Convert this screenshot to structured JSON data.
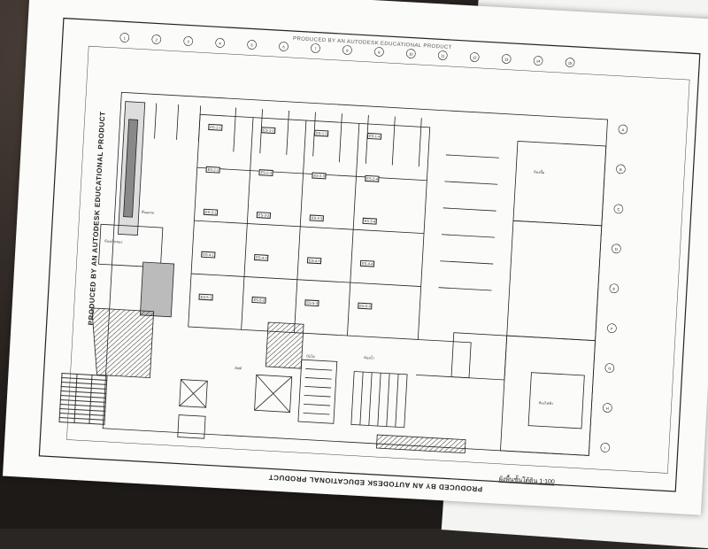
{
  "drawing": {
    "stamp_left": "PRODUCED BY AN AUTODESK EDUCATIONAL PRODUCT",
    "stamp_bottom": "PRODUCED BY AN AUTODESK EDUCATIONAL PRODUCT",
    "stamp_top": "PRODUCED BY AN AUTODESK EDUCATIONAL PRODUCT",
    "plan_title": "ผังพื้นชั้นใต้ดิน 1:100"
  },
  "grid_top": [
    "1",
    "2",
    "3",
    "4",
    "5",
    "6",
    "7",
    "8",
    "9",
    "10",
    "11",
    "12",
    "13",
    "14",
    "15"
  ],
  "grid_right": [
    "A",
    "B",
    "C",
    "D",
    "E",
    "F",
    "G",
    "H",
    "I"
  ],
  "rooms": [
    {
      "label": "ES-1-1"
    },
    {
      "label": "ES-1-2"
    },
    {
      "label": "ES-1-3"
    },
    {
      "label": "ES-1-4"
    },
    {
      "label": "ES-2-1"
    },
    {
      "label": "ES-2-2"
    },
    {
      "label": "ES-2-3"
    },
    {
      "label": "ES-2-4"
    },
    {
      "label": "ES-3-1"
    },
    {
      "label": "ES-3-2"
    },
    {
      "label": "ES-3-3"
    },
    {
      "label": "ES-3-4"
    },
    {
      "label": "ES-4-1"
    },
    {
      "label": "ES-4-2"
    },
    {
      "label": "ES-4-3"
    },
    {
      "label": "ES-4-4"
    },
    {
      "label": "ES-5-1"
    },
    {
      "label": "ES-5-2"
    },
    {
      "label": "ES-5-3"
    },
    {
      "label": "ES-5-4"
    }
  ],
  "spaces": {
    "parking": "ที่จอดรถ",
    "store": "ห้องเก็บของ",
    "pump": "ห้องปั๊ม",
    "elec": "ห้องไฟฟ้า",
    "toilet": "ห้องน้ำ",
    "lift": "ลิฟต์",
    "stair": "บันได"
  },
  "legend": {
    "rows": [
      "",
      "",
      "",
      "",
      "",
      "",
      ""
    ],
    "title_rows": [
      "",
      "",
      "",
      ""
    ]
  },
  "colors": {
    "paper": "#fbfbfa",
    "ink": "#222222",
    "background": "#2a2624"
  }
}
